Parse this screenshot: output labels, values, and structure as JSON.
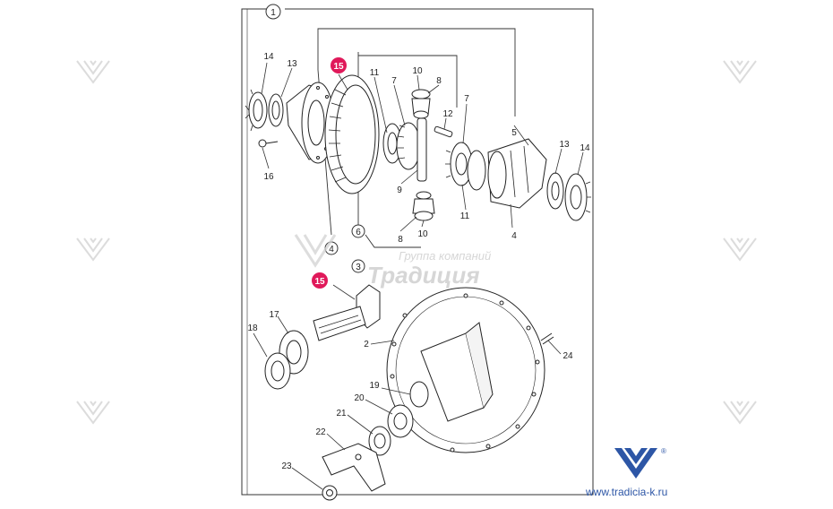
{
  "diagram": {
    "frame_label": "1",
    "group_labels": {
      "g3": "3",
      "g4": "4",
      "g6": "6"
    },
    "parts": {
      "p2": "2",
      "p4": "4",
      "p5": "5",
      "p7a": "7",
      "p7b": "7",
      "p8a": "8",
      "p8b": "8",
      "p9": "9",
      "p10a": "10",
      "p10b": "10",
      "p11a": "11",
      "p11b": "11",
      "p12": "12",
      "p13a": "13",
      "p13b": "13",
      "p14a": "14",
      "p14b": "14",
      "p16": "16",
      "p17": "17",
      "p18": "18",
      "p19": "19",
      "p20": "20",
      "p21": "21",
      "p22": "22",
      "p23": "23",
      "p24": "24"
    },
    "highlighted": {
      "h1": "15",
      "h2": "15"
    },
    "highlight_color": "#e0195a"
  },
  "watermark": {
    "line1": "Группа компаний",
    "line2": "Традиция"
  },
  "brand": {
    "url": "www.tradicia-k.ru",
    "registered_mark": "®",
    "logo_color": "#2d56a6"
  }
}
